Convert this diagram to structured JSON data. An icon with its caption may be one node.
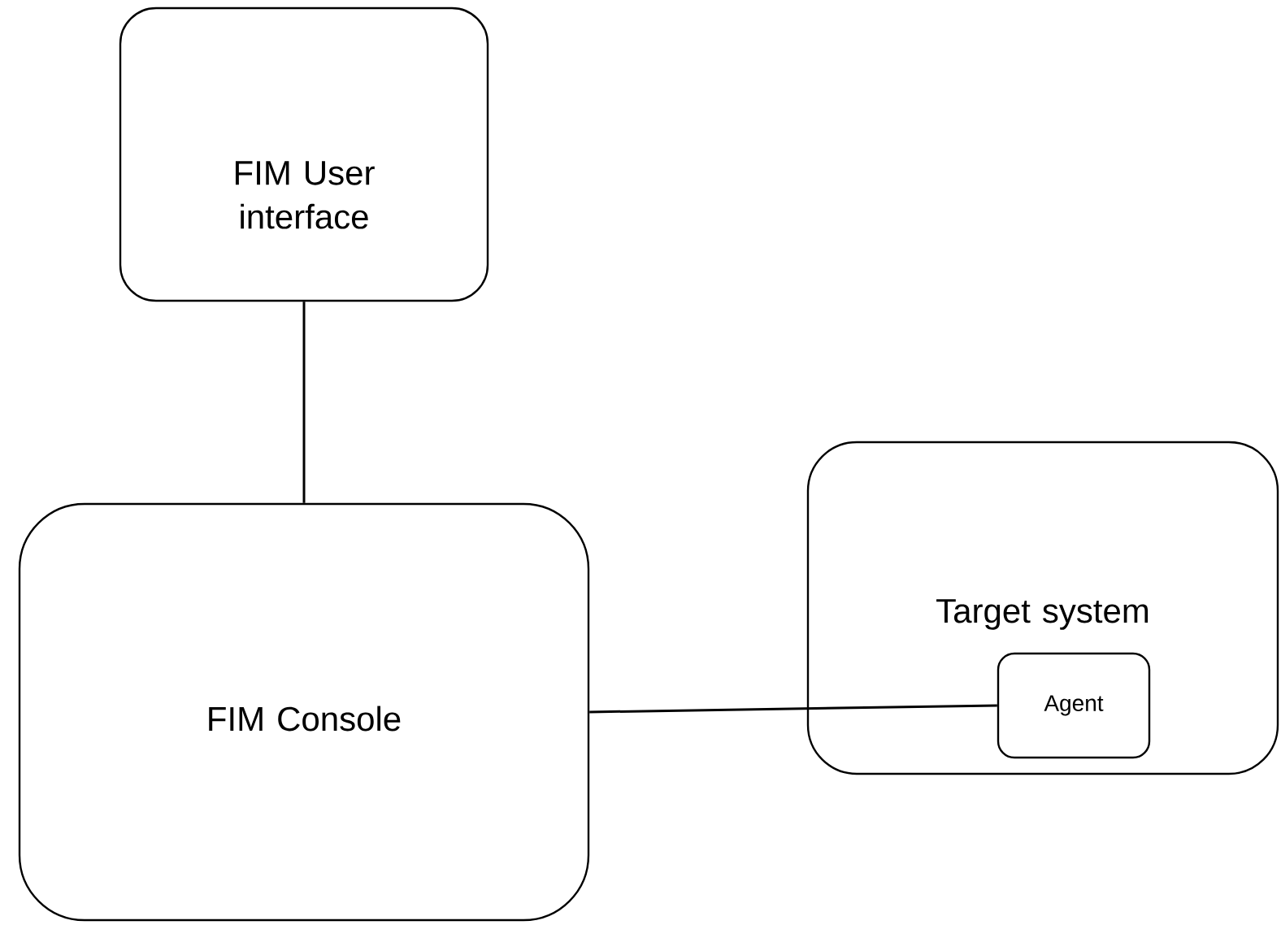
{
  "diagram": {
    "nodes": [
      {
        "text": [
          "FIM User interface"
        ]
      },
      {
        "text": [
          "FIM Console"
        ]
      },
      {
        "text": [
          "Target system"
        ]
      },
      {
        "text": [
          "Agent"
        ],
        "in": 2
      }
    ],
    "edges": [
      {
        "from": 0,
        "to": 1,
        "arrow": "none"
      },
      {
        "from": 1,
        "to": 3,
        "arrow": "none"
      }
    ]
  }
}
